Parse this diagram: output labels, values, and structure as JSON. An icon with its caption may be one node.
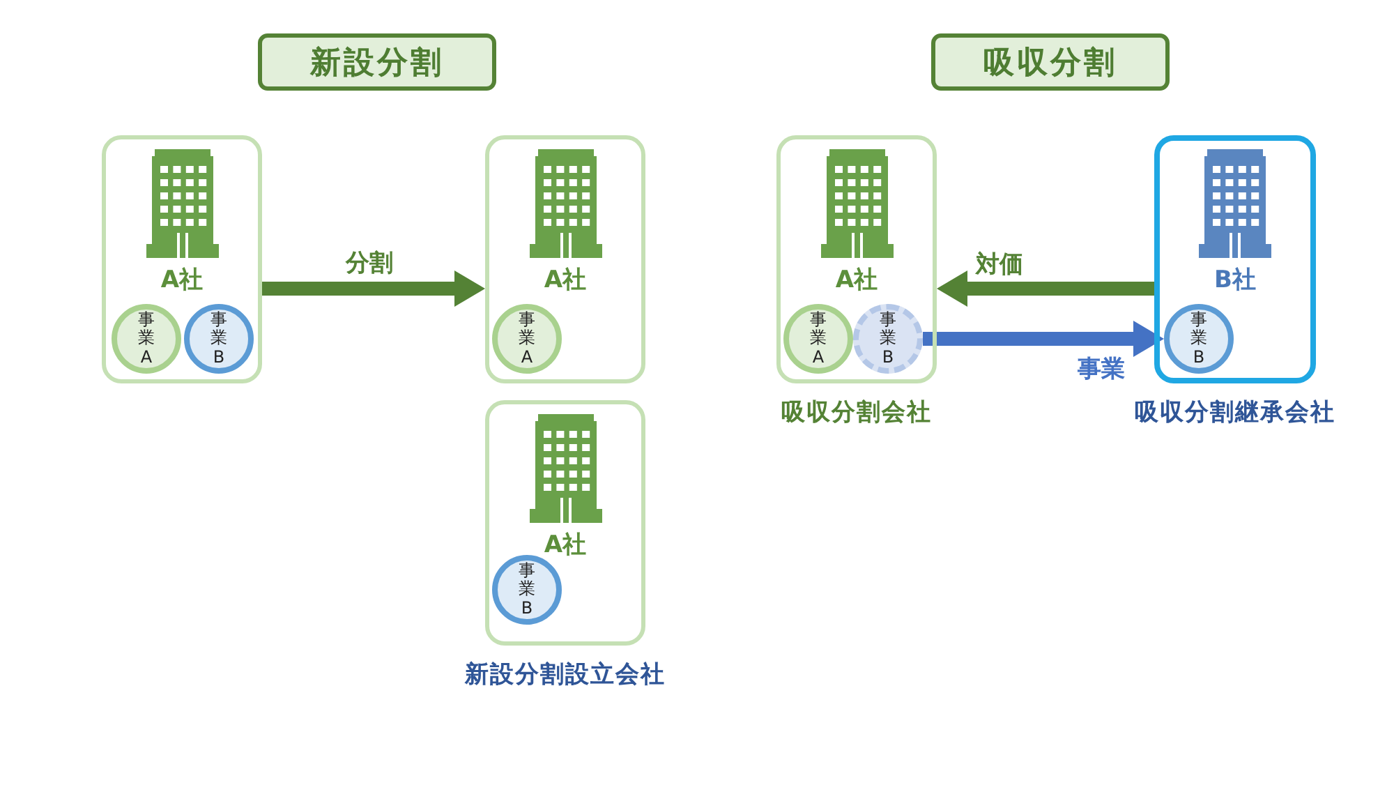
{
  "diagram": {
    "nodes": [
      {
        "text": [
          "新設分割"
        ]
      },
      {
        "text": [
          "吸収分割"
        ]
      },
      {
        "text": [
          "A社"
        ]
      },
      {
        "text": [
          "事業A"
        ],
        "in": 2
      },
      {
        "text": [
          "事業B"
        ],
        "in": 2
      },
      {
        "text": [
          "A社"
        ]
      },
      {
        "text": [
          "事業A"
        ],
        "in": 5
      },
      {
        "text": [
          "A社"
        ],
        "beside": [
          "新設分割設立会社"
        ]
      },
      {
        "text": [
          "事業B"
        ],
        "in": 7
      },
      {
        "text": [
          "A社"
        ],
        "beside": [
          "吸収分割会社"
        ]
      },
      {
        "text": [
          "事業A"
        ],
        "in": 9
      },
      {
        "text": [
          "事業B"
        ],
        "in": 9
      },
      {
        "text": [
          "B社"
        ],
        "beside": [
          "吸収分割継承会社"
        ]
      },
      {
        "text": [
          "事業B"
        ],
        "in": 12
      }
    ],
    "edges": [
      {
        "from": 2,
        "to": 5,
        "arrow": "to",
        "label": "分割"
      },
      {
        "from": 12,
        "to": 9,
        "arrow": "to",
        "label": "対価"
      },
      {
        "from": 11,
        "to": 13,
        "arrow": "to",
        "label": "事業",
        "color": "#4472c4"
      }
    ]
  }
}
